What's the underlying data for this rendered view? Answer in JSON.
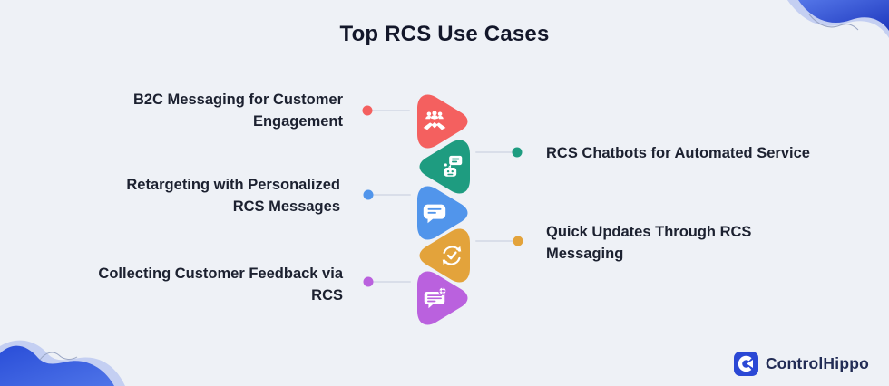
{
  "title": "Top RCS Use Cases",
  "colors": {
    "background": "#EEF1F6",
    "text": "#1c2130",
    "connector_line": "#d9dee9",
    "wave_dark_start": "#5476E8",
    "wave_dark_end": "#1E38BE",
    "wave_light": "#BCC9F1",
    "logo_blue": "#2B48D5",
    "logo_text_color": "#222c55"
  },
  "items": [
    {
      "id": "b2c-messaging",
      "side": "left",
      "color": "#F4605F",
      "icon": "people-handshake-icon",
      "label": "B2C Messaging for Customer Engagement",
      "lines": [
        "B2C Messaging for Customer",
        "Engagement"
      ]
    },
    {
      "id": "rcs-chatbots",
      "side": "right",
      "color": "#1E9C80",
      "icon": "chatbot-icon",
      "label": "RCS Chatbots for Automated Service",
      "lines": [
        "RCS Chatbots for Automated Service"
      ]
    },
    {
      "id": "retargeting",
      "side": "left",
      "color": "#5195EB",
      "icon": "chat-bubble-icon",
      "label": "Retargeting with Personalized RCS Messages",
      "lines": [
        "Retargeting with Personalized",
        "RCS Messages"
      ]
    },
    {
      "id": "quick-updates",
      "side": "right",
      "color": "#E3A33B",
      "icon": "sync-check-icon",
      "label": "Quick Updates Through RCS Messaging",
      "lines": [
        "Quick Updates Through RCS",
        "Messaging"
      ]
    },
    {
      "id": "customer-feedback",
      "side": "left",
      "color": "#BA61DE",
      "icon": "feedback-bubble-icon",
      "label": "Collecting Customer Feedback via RCS",
      "lines": [
        "Collecting Customer Feedback via",
        "RCS"
      ]
    }
  ],
  "logo": {
    "name": "ControlHippo"
  }
}
